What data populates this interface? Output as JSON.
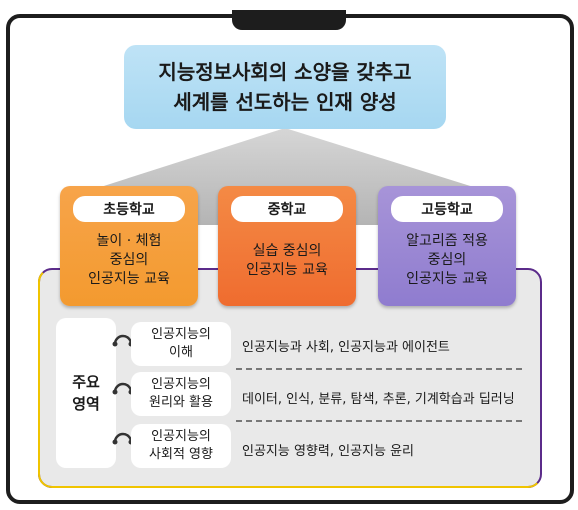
{
  "goal": {
    "line1": "지능정보사회의 소양을 갖추고",
    "line2": "세계를 선도하는 인재 양성"
  },
  "schools": [
    {
      "label": "초등학교",
      "desc": "놀이 · 체험\n중심의\n인공지능 교육",
      "color": "#f39a2f"
    },
    {
      "label": "중학교",
      "desc": "실습 중심의\n인공지능 교육",
      "color": "#ef6c2f"
    },
    {
      "label": "고등학교",
      "desc": "알고리즘 적용\n중심의\n인공지능 교육",
      "color": "#8f7ccf"
    }
  ],
  "areas": {
    "title_line1": "주요",
    "title_line2": "영역",
    "rows": [
      {
        "name": "인공지능의\n이해",
        "content": "인공지능과 사회, 인공지능과 에이전트"
      },
      {
        "name": "인공지능의\n원리와 활용",
        "content": "데이터, 인식, 분류, 탐색, 추론, 기계학습과 딥러닝"
      },
      {
        "name": "인공지능의\n사회적 영향",
        "content": "인공지능 영향력, 인공지능 윤리"
      }
    ]
  }
}
